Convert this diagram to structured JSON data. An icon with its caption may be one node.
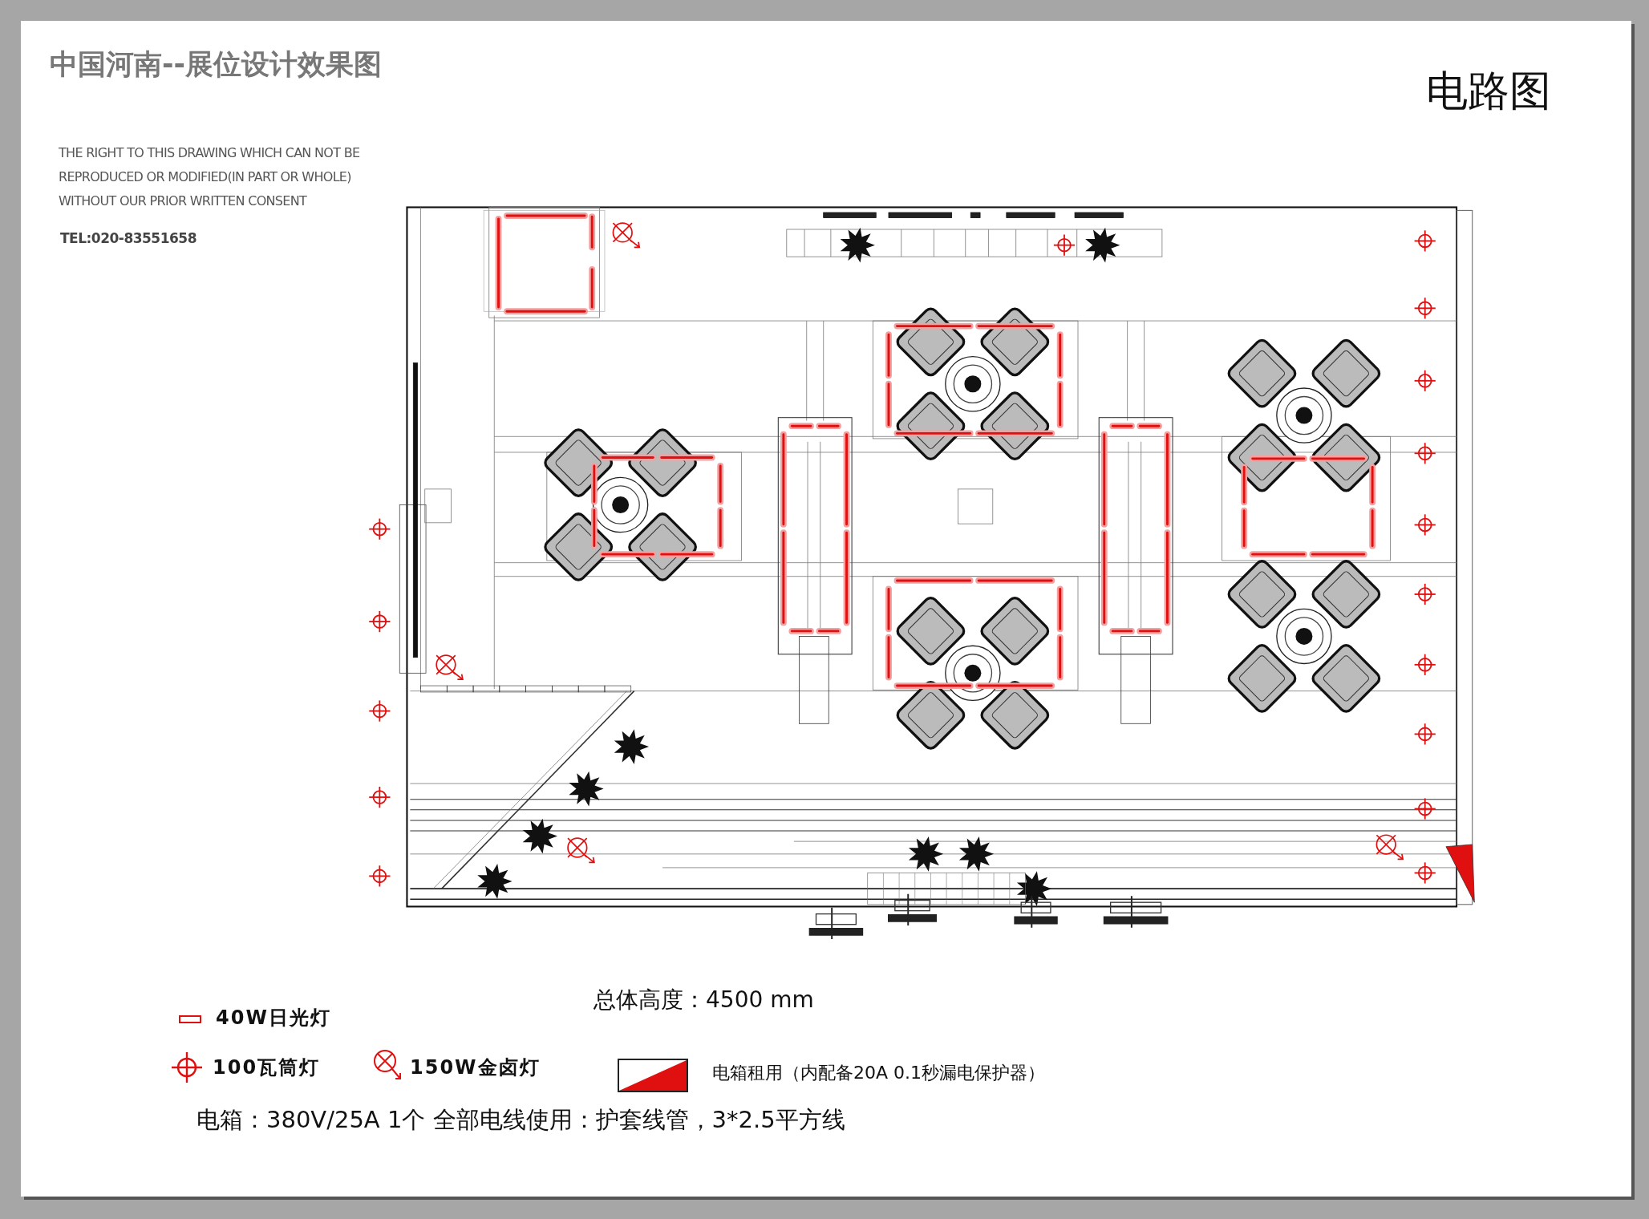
{
  "diagram": {
    "title": "中国河南--展位设计效果图",
    "labels": [
      "电路图",
      "THE RIGHT TO THIS DRAWING WHICH CAN NOT BE REPRODUCED OR MODIFIED(IN PART OR WHOLE) WITHOUT OUR PRIOR WRITTEN CONSENT",
      "TEL:020-83551658",
      "总体高度：4500 mm",
      "电箱：380V/25A 1个 全部电线使用：护套线管，3*2.5平方线"
    ],
    "legend": [
      {
        "text": "40W日光灯"
      },
      {
        "text": "100瓦筒灯"
      },
      {
        "text": "150W金卤灯"
      },
      {
        "text": "电箱租用（内配备20A 0.1秒漏电保护器）"
      }
    ]
  }
}
